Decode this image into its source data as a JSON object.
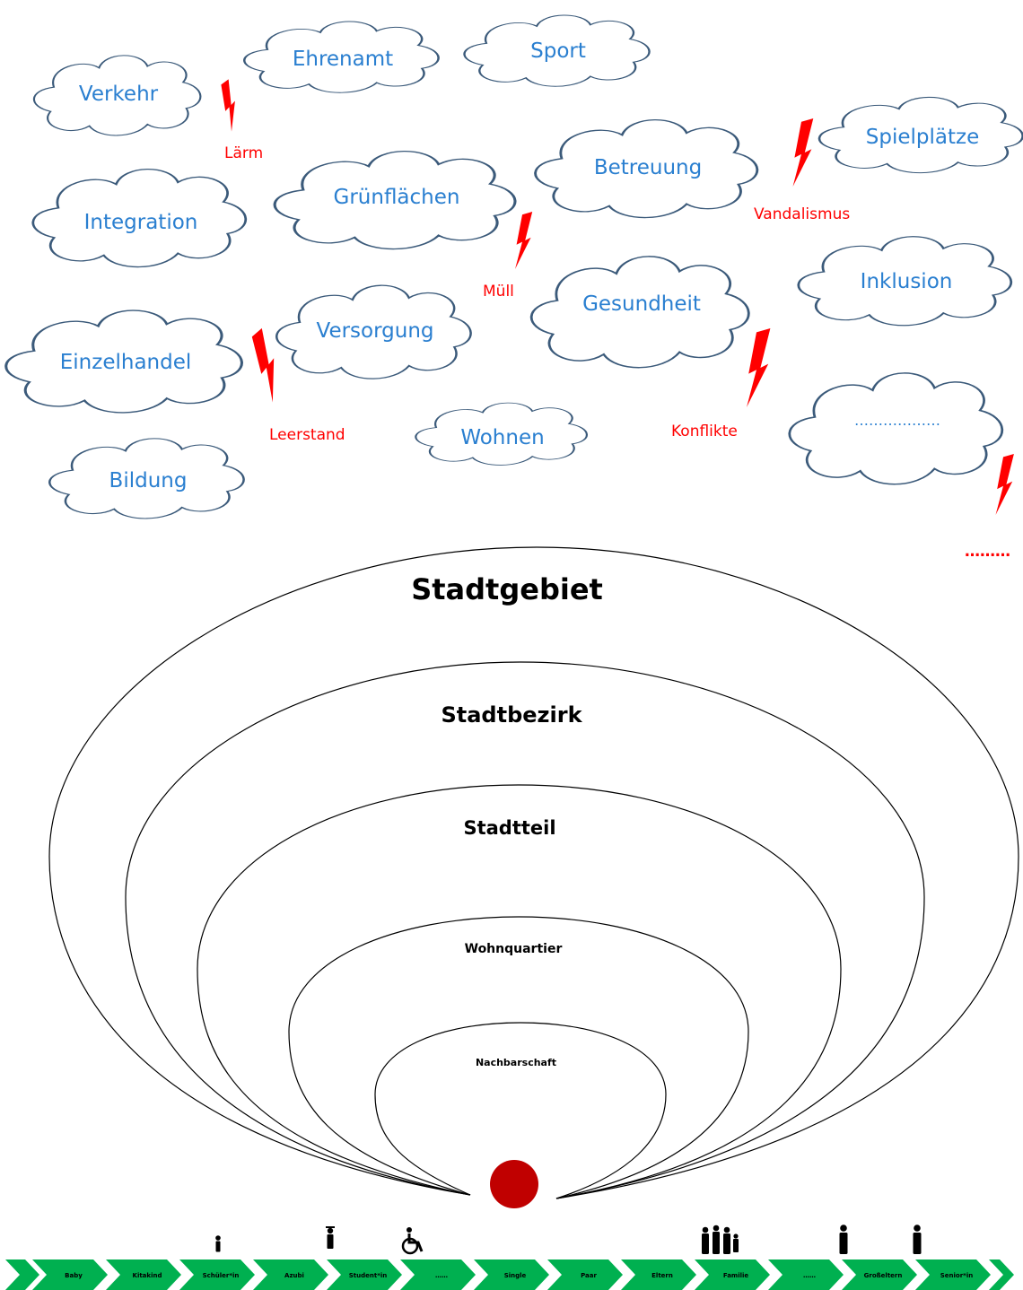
{
  "topics": [
    {
      "id": "verkehr",
      "label": "Verkehr"
    },
    {
      "id": "ehrenamt",
      "label": "Ehrenamt"
    },
    {
      "id": "sport",
      "label": "Sport"
    },
    {
      "id": "spielplaetze",
      "label": "Spielplätze"
    },
    {
      "id": "betreuung",
      "label": "Betreuung"
    },
    {
      "id": "gruenflaechen",
      "label": "Grünflächen"
    },
    {
      "id": "integration",
      "label": "Integration"
    },
    {
      "id": "inklusion",
      "label": "Inklusion"
    },
    {
      "id": "gesundheit",
      "label": "Gesundheit"
    },
    {
      "id": "versorgung",
      "label": "Versorgung"
    },
    {
      "id": "einzelhandel",
      "label": "Einzelhandel"
    },
    {
      "id": "wohnen",
      "label": "Wohnen"
    },
    {
      "id": "more",
      "label": "………………"
    },
    {
      "id": "bildung",
      "label": "Bildung"
    }
  ],
  "conflicts": [
    {
      "id": "laerm",
      "label": "Lärm"
    },
    {
      "id": "vandalismus",
      "label": "Vandalismus"
    },
    {
      "id": "muell",
      "label": "Müll"
    },
    {
      "id": "leerstand",
      "label": "Leerstand"
    },
    {
      "id": "konflikte",
      "label": "Konflikte"
    },
    {
      "id": "more",
      "label": "………"
    }
  ],
  "rings": [
    {
      "id": "stadtgebiet",
      "label": "Stadtgebiet"
    },
    {
      "id": "stadtbezirk",
      "label": "Stadtbezirk"
    },
    {
      "id": "stadtteil",
      "label": "Stadtteil"
    },
    {
      "id": "wohnquartier",
      "label": "Wohnquartier"
    },
    {
      "id": "nachbarschaft",
      "label": "Nachbarschaft"
    }
  ],
  "life_stages": [
    "Baby",
    "Kitakind",
    "Schüler*in",
    "Azubi",
    "Student*in",
    "……",
    "Single",
    "Paar",
    "Eltern",
    "Familie",
    "……",
    "Großeltern",
    "Senior*in"
  ],
  "colors": {
    "cloud_text": "#2a7fd0",
    "conflict": "#ff0000",
    "center_dot": "#c00000",
    "timeline": "#00b050"
  },
  "icons": [
    "person-icon",
    "graduate-icon",
    "wheelchair-icon",
    "family-icon",
    "man-icon"
  ]
}
